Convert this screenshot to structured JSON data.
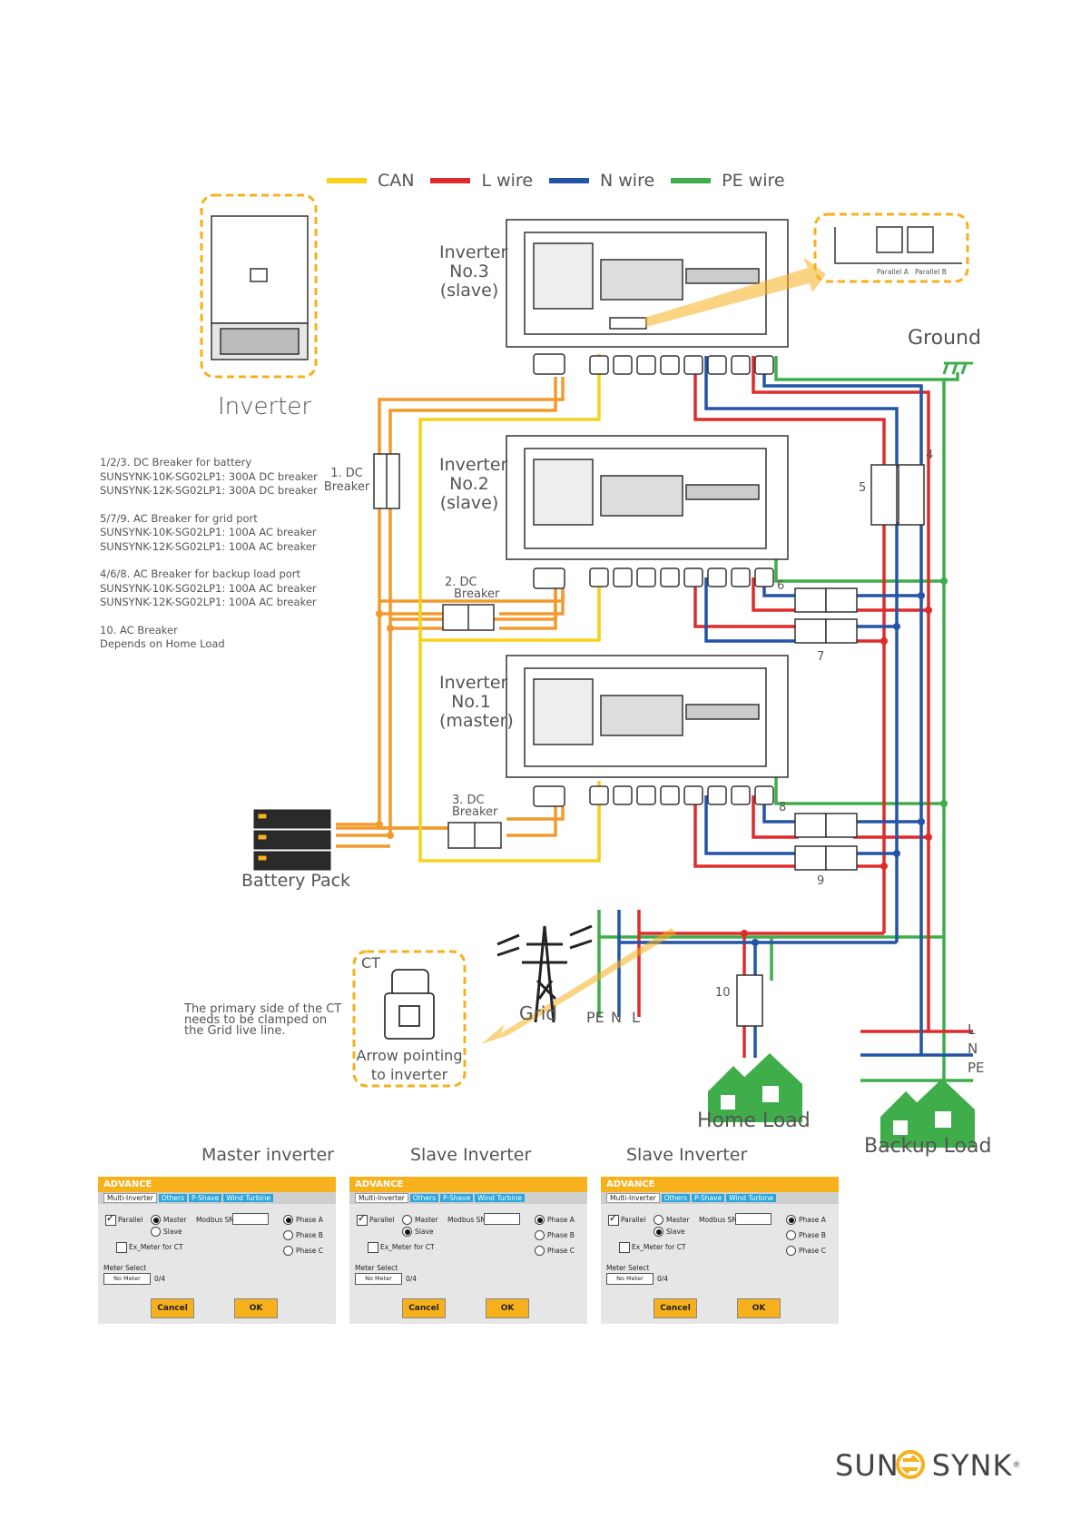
{
  "colors": {
    "can": "#f7d21c",
    "l_wire": "#e02b2b",
    "n_wire": "#2454a6",
    "pe_wire": "#3fae4a",
    "battery_wire": "#f39a2e",
    "accent_orange": "#f6b11d",
    "tab_blue": "#2ca6d8",
    "dark": "#333333"
  },
  "legend": [
    {
      "label": "CAN",
      "color": "#f7d21c"
    },
    {
      "label": "L wire",
      "color": "#e02b2b"
    },
    {
      "label": "N wire",
      "color": "#2454a6"
    },
    {
      "label": "PE wire",
      "color": "#3fae4a"
    }
  ],
  "inverter_title": "Inverter",
  "parallel_ports": {
    "a": "Parallel A",
    "b": "Parallel B"
  },
  "ground_label": "Ground",
  "inverters": [
    {
      "line1": "Inverter",
      "line2": "No.3",
      "line3": "(slave)"
    },
    {
      "line1": "Inverter",
      "line2": "No.2",
      "line3": "(slave)"
    },
    {
      "line1": "Inverter",
      "line2": "No.1",
      "line3": "(master)"
    }
  ],
  "notes": [
    {
      "title": "1/2/3. DC Breaker for battery",
      "l1": "SUNSYNK-10K-SG02LP1: 300A DC breaker",
      "l2": "SUNSYNK-12K-SG02LP1: 300A DC breaker"
    },
    {
      "title": "5/7/9. AC Breaker for grid port",
      "l1": "SUNSYNK-10K-SG02LP1: 100A AC breaker",
      "l2": "SUNSYNK-12K-SG02LP1: 100A AC breaker"
    },
    {
      "title": "4/6/8. AC Breaker for backup load port",
      "l1": "SUNSYNK-10K-SG02LP1: 100A AC breaker",
      "l2": "SUNSYNK-12K-SG02LP1: 100A AC breaker"
    },
    {
      "title": "10. AC Breaker",
      "l1": "Depends on Home Load",
      "l2": ""
    }
  ],
  "breakers": {
    "dc1": {
      "num": "1. DC",
      "word": "Breaker"
    },
    "dc2": {
      "num": "2. DC",
      "word": "Breaker"
    },
    "dc3": {
      "num": "3. DC",
      "word": "Breaker"
    },
    "n4": "4",
    "n5": "5",
    "n6": "6",
    "n7": "7",
    "n8": "8",
    "n9": "9",
    "n10": "10"
  },
  "battery_pack": "Battery Pack",
  "ct": {
    "title": "CT",
    "arrow_l1": "Arrow pointing",
    "arrow_l2": "to inverter",
    "note_l1": "The primary side of the CT",
    "note_l2": "needs to be clamped on",
    "note_l3": "the Grid live line."
  },
  "grid": {
    "label": "Grid",
    "pe": "PE",
    "n": "N",
    "l": "L"
  },
  "home_load": "Home Load",
  "backup_load": "Backup Load",
  "backup_lines": {
    "l": "L",
    "n": "N",
    "pe": "PE"
  },
  "panel_titles": [
    "Master inverter",
    "Slave Inverter",
    "Slave Inverter"
  ],
  "panel_common": {
    "header": "ADVANCE",
    "tabs": [
      "Multi-Inverter",
      "Others",
      "P-Shave",
      "Wind Turbine"
    ],
    "parallel": "Parallel",
    "master": "Master",
    "slave": "Slave",
    "modbus": "Modbus SN",
    "phase_a": "Phase A",
    "phase_b": "Phase B",
    "phase_c": "Phase C",
    "ex_meter": "Ex_Meter for CT",
    "meter_select": "Meter Select",
    "meter_value": "No Meter",
    "meter_count": "0/4",
    "cancel": "Cancel",
    "ok": "OK"
  },
  "panels": [
    {
      "role_selected": "Master",
      "phase_selected": "Phase A",
      "parallel_checked": true
    },
    {
      "role_selected": "Slave",
      "phase_selected": "Phase A",
      "parallel_checked": true
    },
    {
      "role_selected": "Slave",
      "phase_selected": "Phase A",
      "parallel_checked": true
    }
  ],
  "brand": {
    "left": "SUN",
    "right": "SYNK",
    "reg": "®"
  }
}
